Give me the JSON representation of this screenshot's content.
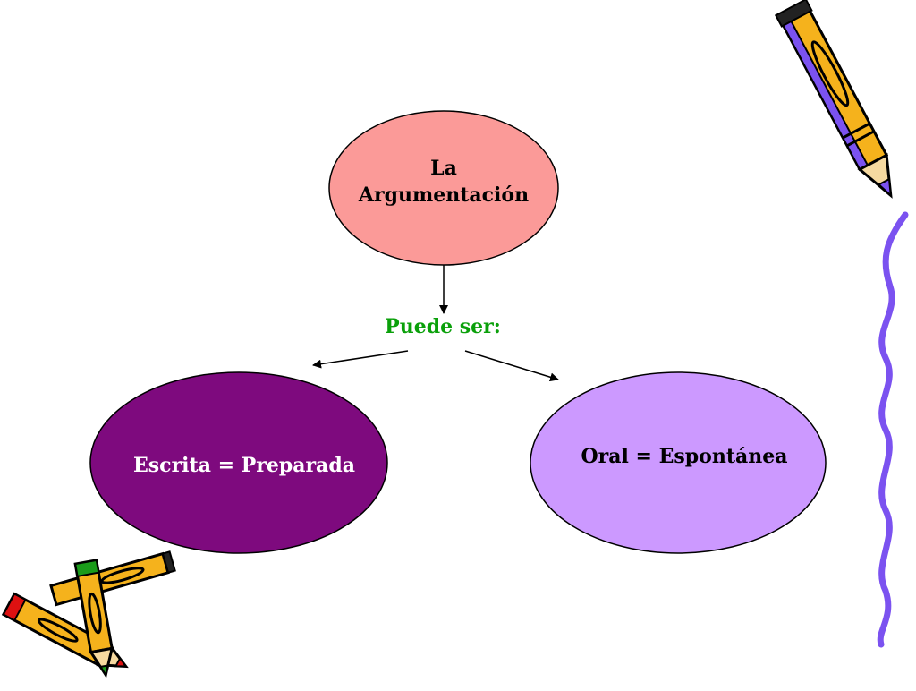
{
  "diagram": {
    "root": {
      "line1": "La",
      "line2": "Argumentación",
      "fill": "#fb9a98"
    },
    "connector_label": "Puede ser:",
    "connector_color": "#0aa00a",
    "left_node": {
      "label": "Escrita = Preparada",
      "fill": "#7e0a7e"
    },
    "right_node": {
      "label": "Oral = Espontánea",
      "fill": "#cc99ff"
    }
  },
  "decorations": {
    "top_right": "pencil-icon",
    "bottom_left": "crossed-pencils-icon",
    "right_edge": "wavy-line",
    "pencil_color": "#f5b21c",
    "wavy_color": "#7b52f0"
  }
}
